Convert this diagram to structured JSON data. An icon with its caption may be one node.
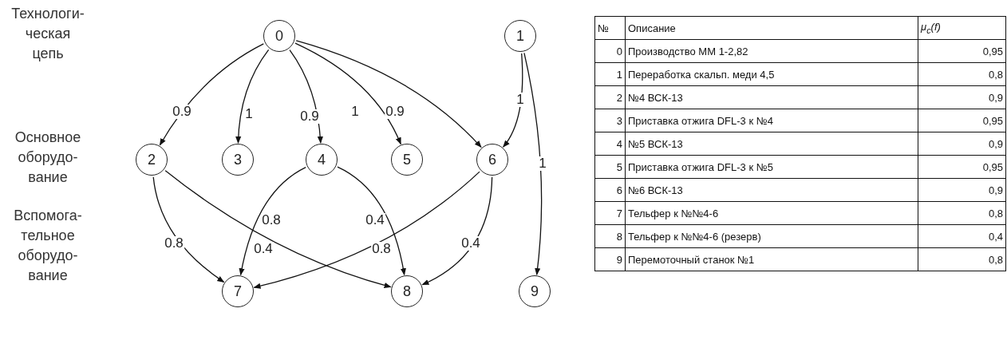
{
  "diagram": {
    "nodes": [
      {
        "text": [
          "0"
        ]
      },
      {
        "text": [
          "1"
        ]
      },
      {
        "text": [
          "2"
        ]
      },
      {
        "text": [
          "3"
        ]
      },
      {
        "text": [
          "4"
        ]
      },
      {
        "text": [
          "5"
        ]
      },
      {
        "text": [
          "6"
        ]
      },
      {
        "text": [
          "7"
        ]
      },
      {
        "text": [
          "8"
        ]
      },
      {
        "text": [
          "9"
        ]
      }
    ],
    "edges": [
      {
        "from": 0,
        "to": 2,
        "arrow": "to",
        "label": "0.9"
      },
      {
        "from": 0,
        "to": 3,
        "arrow": "to",
        "label": "1"
      },
      {
        "from": 0,
        "to": 4,
        "arrow": "to",
        "label": "0.9"
      },
      {
        "from": 0,
        "to": 5,
        "arrow": "to",
        "label": "1"
      },
      {
        "from": 0,
        "to": 6,
        "arrow": "to",
        "label": "0.9"
      },
      {
        "from": 1,
        "to": 6,
        "arrow": "to",
        "label": "1"
      },
      {
        "from": 1,
        "to": 9,
        "arrow": "to",
        "label": "1"
      },
      {
        "from": 2,
        "to": 7,
        "arrow": "to",
        "label": "0.8"
      },
      {
        "from": 2,
        "to": 8,
        "arrow": "to",
        "label": "0.4"
      },
      {
        "from": 4,
        "to": 7,
        "arrow": "to",
        "label": "0.8"
      },
      {
        "from": 4,
        "to": 8,
        "arrow": "to",
        "label": "0.4"
      },
      {
        "from": 6,
        "to": 7,
        "arrow": "to",
        "label": "0.8"
      },
      {
        "from": 6,
        "to": 8,
        "arrow": "to",
        "label": "0.4"
      }
    ],
    "labels": [
      "Технологи- ческая цепь",
      "Основное оборудо- вание",
      "Вспомога- тельное оборудо- вание",
      "№",
      "Описание",
      "μ$_{c}$(f)",
      "0",
      "Производство ММ 1-2,82",
      "0,95",
      "1",
      "Переработка скальп. меди 4,5",
      "0,8",
      "2",
      "№4 ВСК-13",
      "0,9",
      "3",
      "Приставка отжига DFL-3 к №4",
      "0,95",
      "4",
      "№5 ВСК-13",
      "0,9",
      "5",
      "Приставка отжига DFL-3 к №5",
      "0,95",
      "6",
      "№6 ВСК-13",
      "0,9",
      "7",
      "Тельфер к №№4-6",
      "0,8",
      "8",
      "Тельфер к №№4-6 (резерв)",
      "0,4",
      "9",
      "Перемоточный станок №1",
      "0,8"
    ]
  }
}
